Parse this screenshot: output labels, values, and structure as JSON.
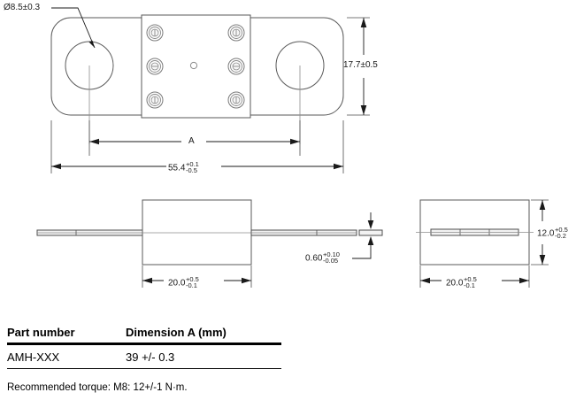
{
  "drawing": {
    "title_hidden": "",
    "top_view": {
      "hole_callout": "Ø8.5±0.3",
      "height_dim": {
        "base": "17.7±0.5"
      },
      "dim_a_label": "A",
      "overall_length": {
        "base": "55.4",
        "upper": "+0.1",
        "lower": "-0.5"
      }
    },
    "side_view": {
      "width_dim": {
        "base": "20.0",
        "upper": "+0.5",
        "lower": "-0.1"
      },
      "thickness_dim": {
        "base": "0.60",
        "upper": "+0.10",
        "lower": "-0.05"
      }
    },
    "end_view": {
      "height_dim": {
        "base": "12.0",
        "upper": "+0.5",
        "lower": "-0.2"
      },
      "width_dim": {
        "base": "20.0",
        "upper": "+0.5",
        "lower": "-0.1"
      }
    }
  },
  "table": {
    "headers": [
      "Part number",
      "Dimension A (mm)"
    ],
    "rows": [
      [
        "AMH-XXX",
        "39 +/- 0.3"
      ]
    ]
  },
  "notes": {
    "torque": "Recommended torque:  M8: 12+/-1 N·m."
  },
  "icons": {
    "rivet": "rivet-icon",
    "hole": "hole-icon"
  },
  "colors": {
    "line": "#5a5a5a",
    "dim": "#1a1a1a",
    "text": "#000000",
    "background": "#ffffff"
  }
}
